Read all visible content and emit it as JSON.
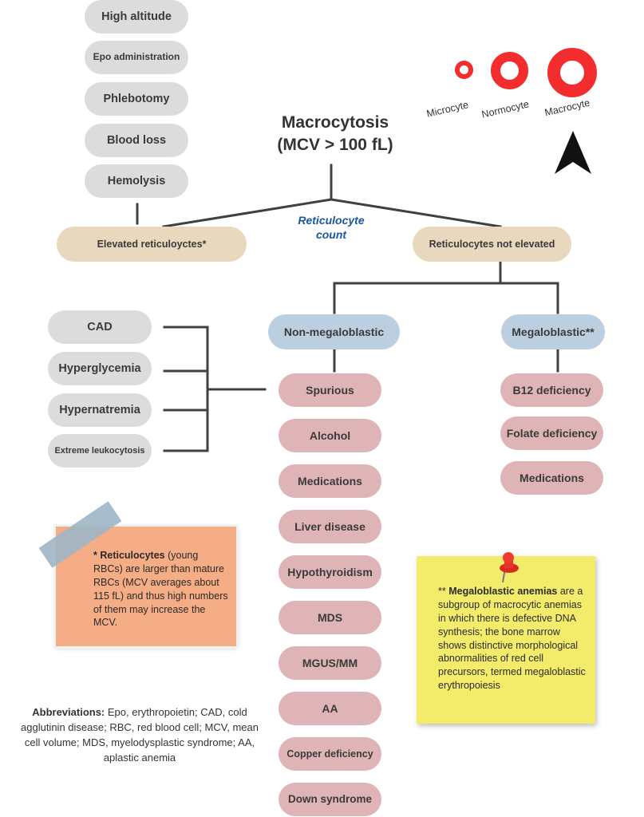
{
  "title": {
    "line1": "Macrocytosis",
    "line2": "(MCV > 100 fL)"
  },
  "reticulocyte_label": {
    "line1": "Reticulocyte",
    "line2": "count"
  },
  "elevated_causes": [
    "High altitude",
    "Epo administration",
    "Phlebotomy",
    "Blood loss",
    "Hemolysis"
  ],
  "elevated_label": "Elevated reticuloyctes*",
  "not_elevated_label": "Reticulocytes not elevated",
  "non_megaloblastic_label": "Non-megaloblastic",
  "megaloblastic_label": "Megaloblastic**",
  "spurious_causes": [
    "CAD",
    "Hyperglycemia",
    "Hypernatremia",
    "Extreme leukocytosis"
  ],
  "non_megaloblastic_causes": [
    "Spurious",
    "Alcohol",
    "Medications",
    "Liver disease",
    "Hypothyroidism",
    "MDS",
    "MGUS/MM",
    "AA",
    "Copper deficiency",
    "Down syndrome"
  ],
  "megaloblastic_causes": [
    "B12 deficiency",
    "Folate deficiency",
    "Medications"
  ],
  "cell_sizes": {
    "labels": [
      "Microcyte",
      "Normocyte",
      "Macrocyte"
    ],
    "color": "#f32d2d"
  },
  "note_reticulocytes": {
    "bold": "* Reticulocytes",
    "text": " (young RBCs) are larger than mature RBCs (MCV averages about 115 fL) and thus high numbers of them may increase the MCV."
  },
  "note_megaloblastic": {
    "prefix": "** ",
    "bold": "Megaloblastic anemias",
    "text": " are a subgroup of macrocytic anemias in which there is defective DNA synthesis; the bone marrow shows distinctive morphological abnormalities of red cell precursors, termed megaloblastic erythropoiesis"
  },
  "abbreviations": {
    "bold": "Abbreviations:",
    "text": " Epo, erythropoietin; CAD, cold agglutinin disease; RBC, red blood cell; MCV, mean cell volume; MDS, myelodysplastic syndrome; AA, aplastic anemia"
  },
  "colors": {
    "line": "#404040",
    "gray": "#dcdcdc",
    "tan": "#e8d8be",
    "blue": "#bccfe0",
    "pink": "#dfb4b6",
    "orange_note": "#f5ad85",
    "yellow_note": "#f3ec6a",
    "reticulocyte_label": "#1b57a3"
  }
}
